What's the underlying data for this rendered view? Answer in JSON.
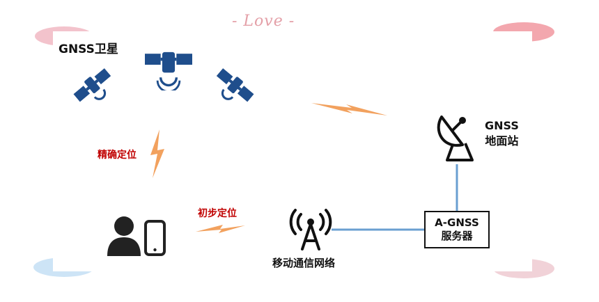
{
  "frame": {
    "script_text": "- Love -"
  },
  "satellites": {
    "label": "GNSS卫星"
  },
  "station": {
    "line1": "GNSS",
    "line2": "地面站"
  },
  "server": {
    "line1": "A-GNSS",
    "line2": "服务器"
  },
  "network": {
    "label": "移动通信网络"
  },
  "links": {
    "precise": "精确定位",
    "initial": "初步定位"
  },
  "colors": {
    "link": "#6a9fd1",
    "bolt": "#f2a15e",
    "icon_blue": "#1f4e8c",
    "label_red": "#c00000"
  }
}
